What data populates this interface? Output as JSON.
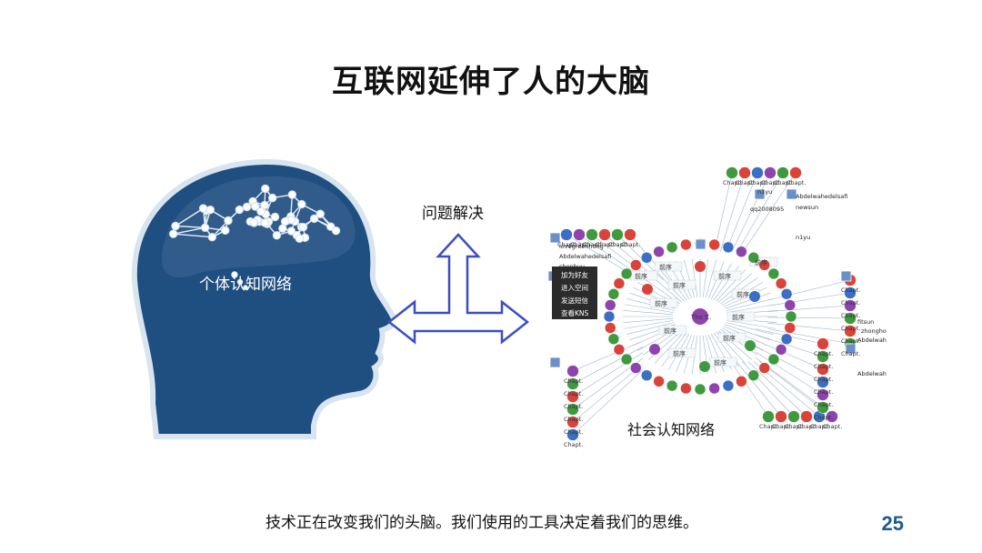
{
  "title": "互联网延伸了人的大脑",
  "head_label": "个体认知网络",
  "arrow_label": "问题解决",
  "network_label": "社会认知网络",
  "context_menu": [
    "加为好友",
    "进入空间",
    "发送短信",
    "查看KNS"
  ],
  "network_usernames": [
    "Abdelwahedelsafi",
    "n1yu",
    "qq2008095",
    "newsun",
    "lovegreenhong",
    "Abdelwahedelsafi",
    "shenbuu",
    "n1yu",
    "fitsun",
    "zhonghongyuan",
    "Abdelwahedelsafi",
    "Abdelwahedelsafi"
  ],
  "network_node_text": [
    "Chapt.",
    "前序",
    "The C.",
    "第6"
  ],
  "footer": "技术正在改变我们的头脑。我们使用的工具决定着我们的思维。",
  "page_number": "25",
  "colors": {
    "head_fill": "#1f4e80",
    "arrow_stroke": "#3a4fc0",
    "page_number": "#1f5b8e"
  }
}
